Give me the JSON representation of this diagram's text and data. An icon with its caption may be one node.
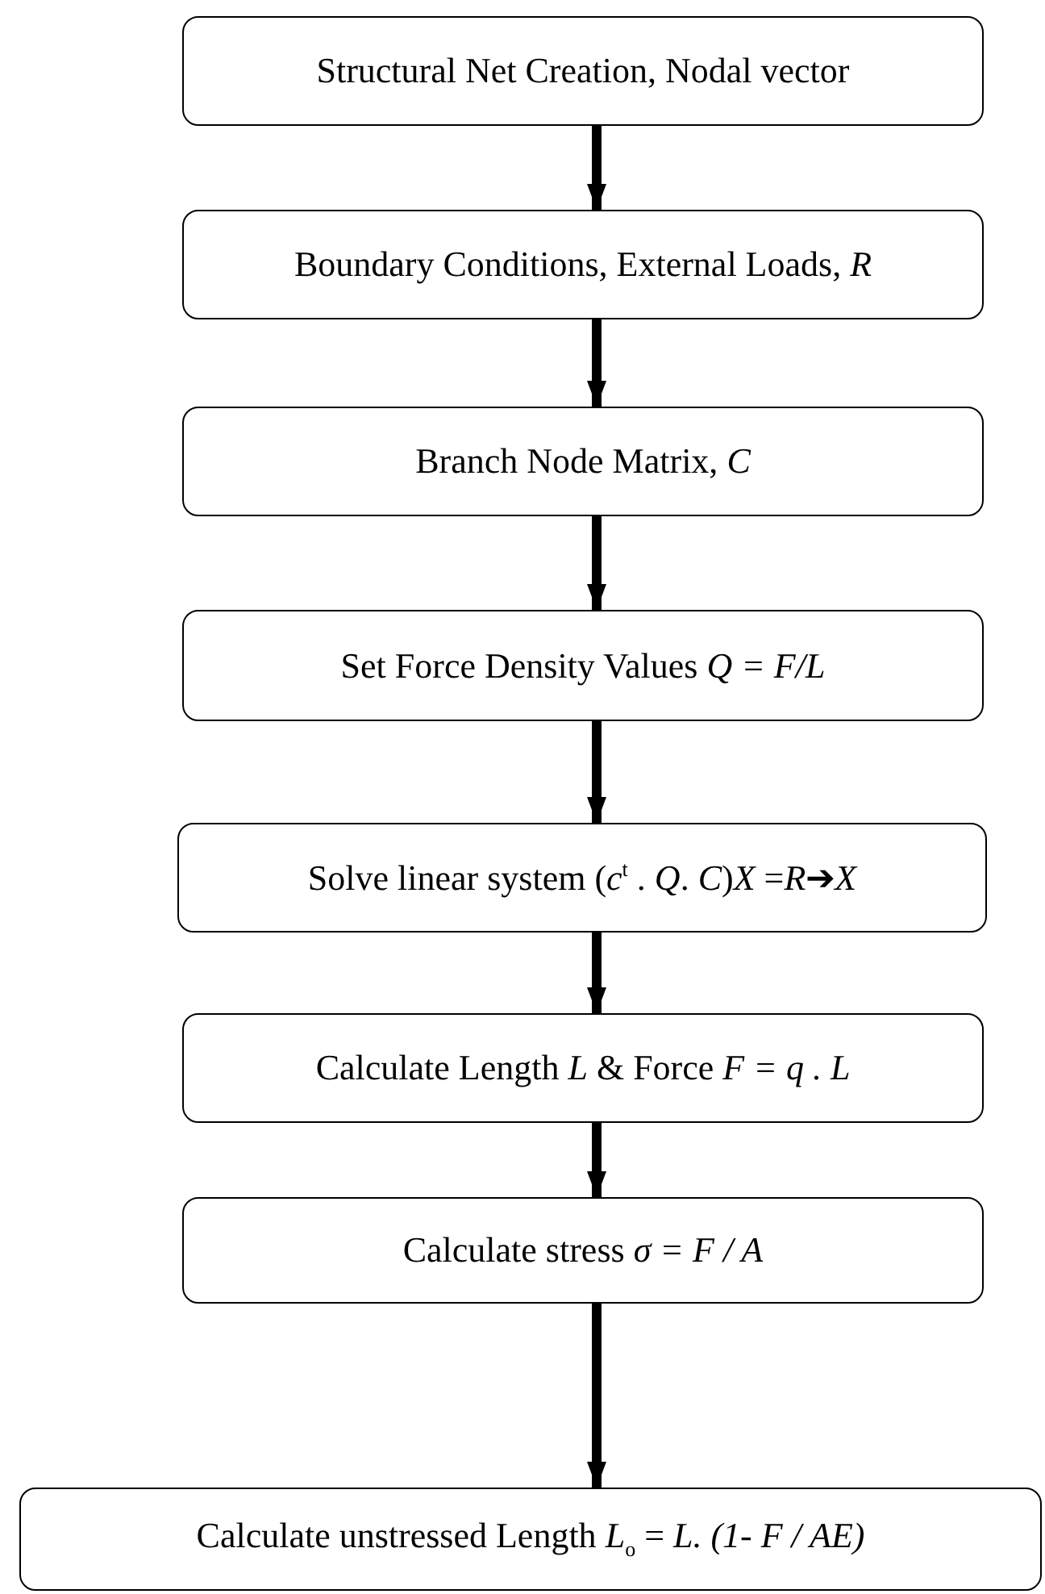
{
  "diagram": {
    "nodes": [
      {
        "text": [
          "Structural Net Creation, Nodal vector"
        ]
      },
      {
        "text": [
          "Boundary Conditions, External Loads, *R*"
        ]
      },
      {
        "text": [
          "Branch Node Matrix, *C*"
        ]
      },
      {
        "text": [
          "Set Force Density Values *Q = F/L*"
        ]
      },
      {
        "text": [
          "Solve linear system (*c*$^{t}$ . *Q*. *C*)*X* =*R*➔*X*"
        ]
      },
      {
        "text": [
          "Calculate Length *L* & Force *F = q . L*"
        ]
      },
      {
        "text": [
          "Calculate stress *σ = F / A*"
        ]
      },
      {
        "text": [
          "Calculate unstressed Length *L*$_{o}$ = *L. (1- F / AE)*"
        ]
      }
    ],
    "edges": [
      {
        "from": 0,
        "to": 1,
        "arrow": "to"
      },
      {
        "from": 1,
        "to": 2,
        "arrow": "to"
      },
      {
        "from": 2,
        "to": 3,
        "arrow": "to"
      },
      {
        "from": 3,
        "to": 4,
        "arrow": "to"
      },
      {
        "from": 4,
        "to": 5,
        "arrow": "to"
      },
      {
        "from": 5,
        "to": 6,
        "arrow": "to"
      },
      {
        "from": 6,
        "to": 7,
        "arrow": "to"
      }
    ]
  }
}
